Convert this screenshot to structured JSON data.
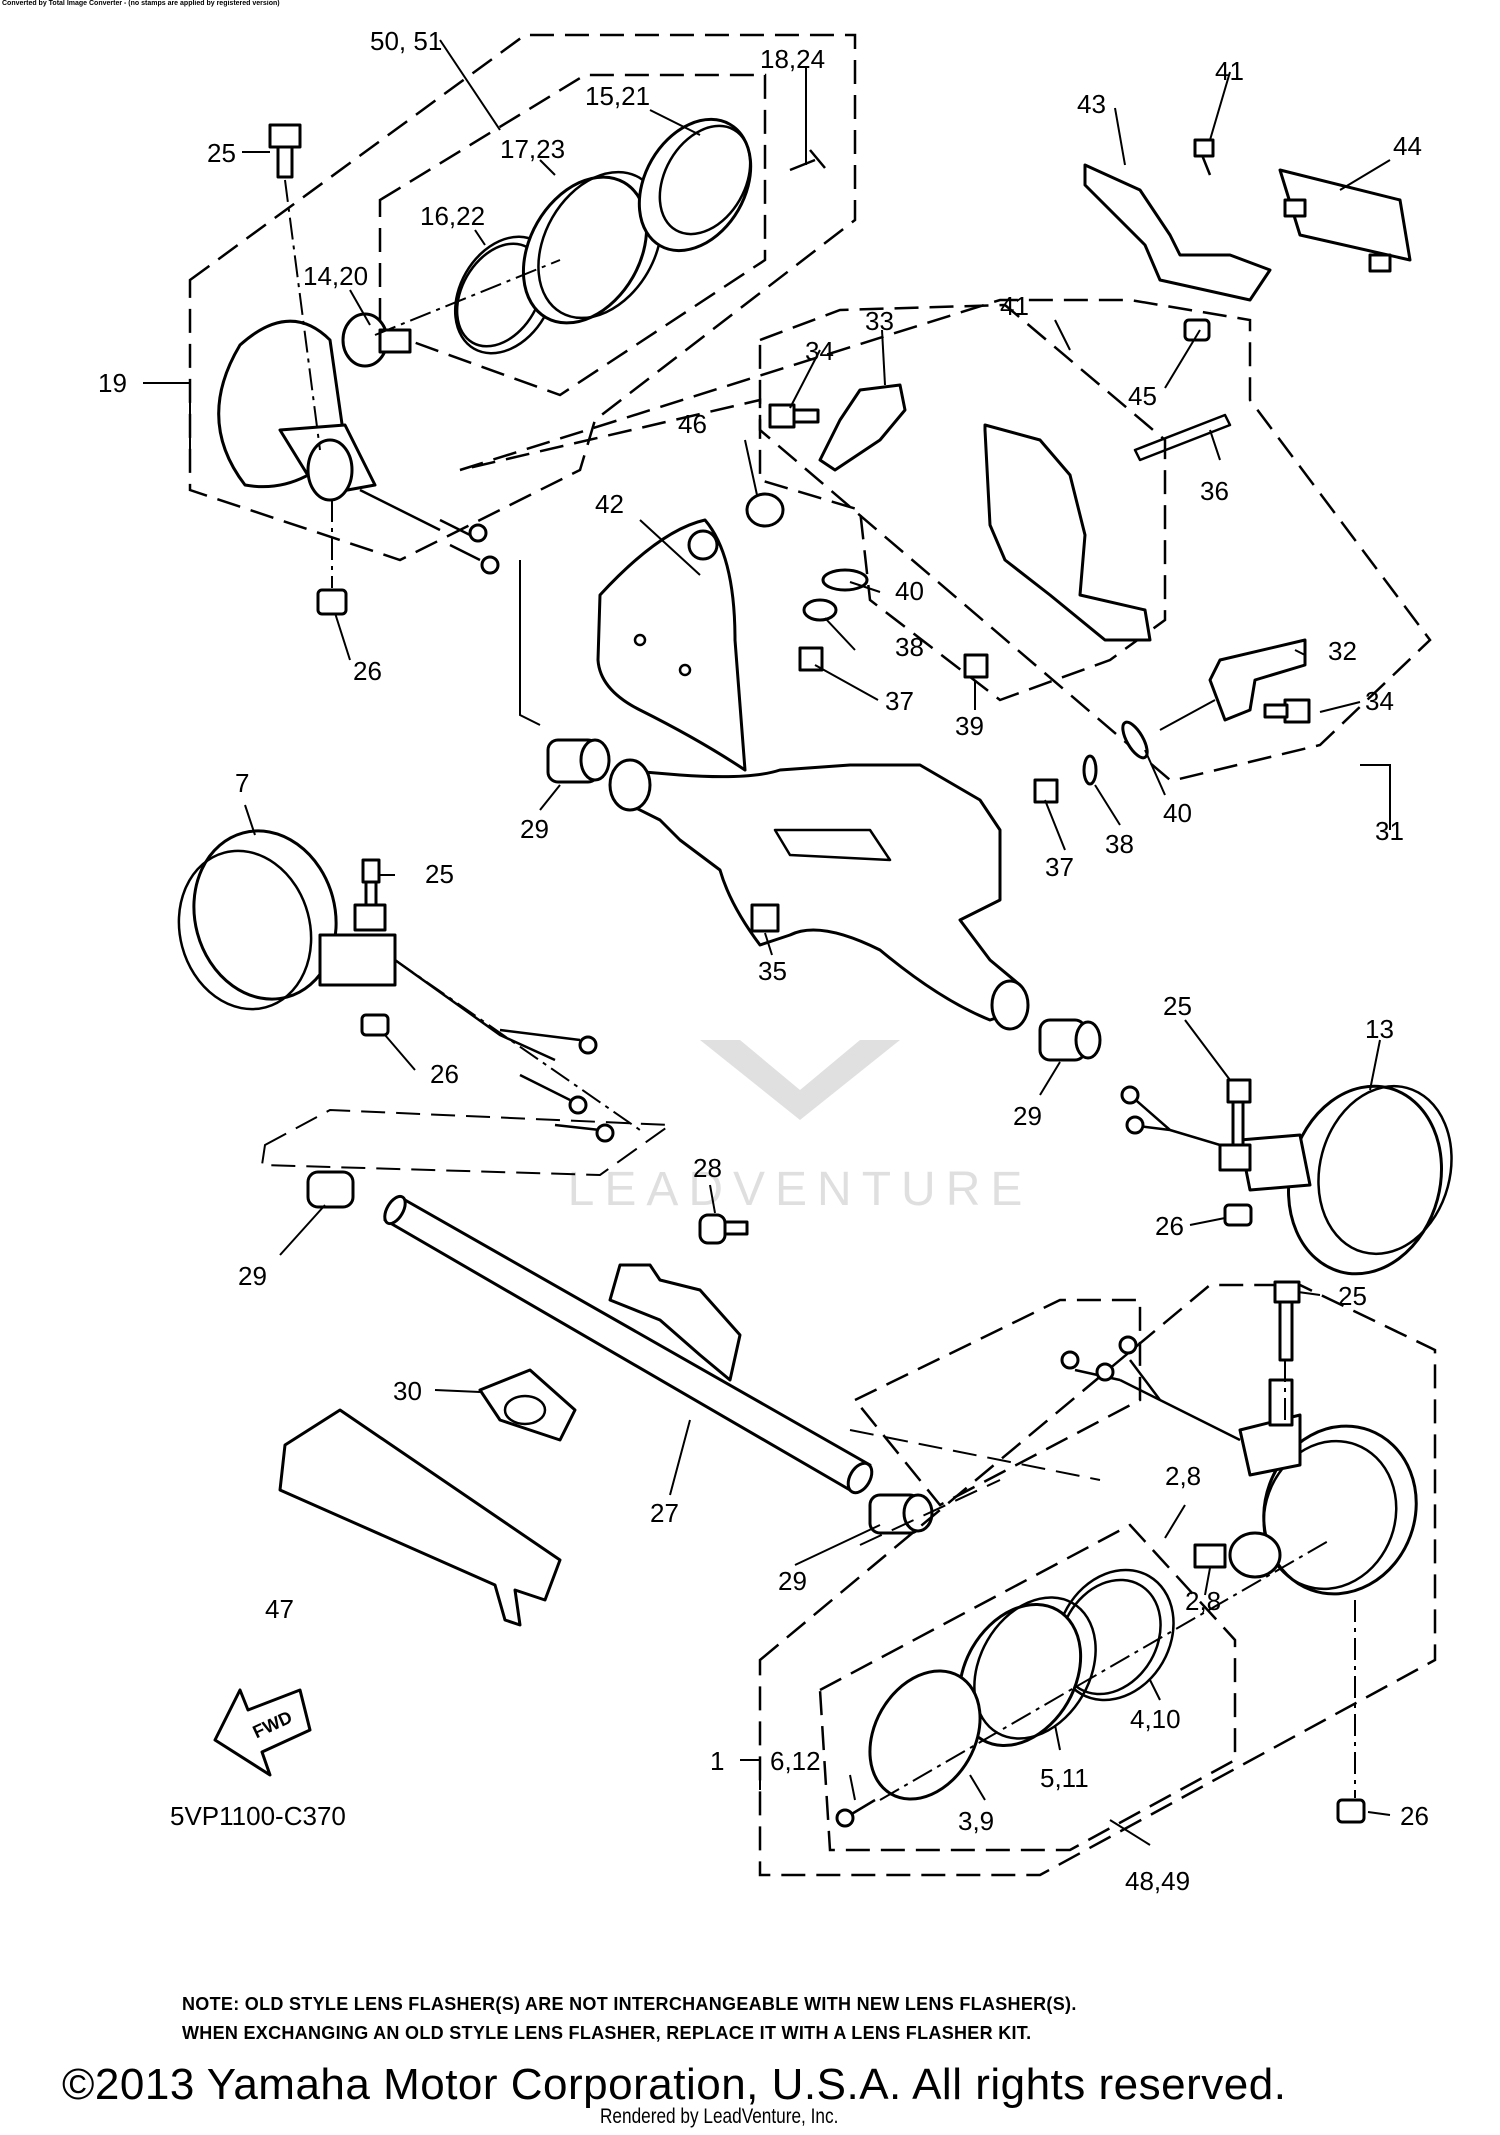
{
  "header_stamp": "Converted by Total Image Converter - (no stamps are applied by registered version)",
  "diagram_code": "5VP1100-C370",
  "fwd_label": "FWD",
  "watermark": "LEADVENTURE",
  "note_line1": "NOTE: OLD STYLE LENS FLASHER(S) ARE NOT INTERCHANGEABLE WITH NEW LENS FLASHER(S).",
  "note_line2": "WHEN EXCHANGING AN OLD STYLE LENS FLASHER, REPLACE IT WITH A LENS FLASHER KIT.",
  "copyright": "©2013 Yamaha Motor Corporation, U.S.A. All rights reserved.",
  "rendered_by": "Rendered by LeadVenture, Inc.",
  "callouts": {
    "c50_51": "50, 51",
    "c18_24": "18,24",
    "c15_21": "15,21",
    "c25a": "25",
    "c17_23": "17,23",
    "c16_22": "16,22",
    "c14_20": "14,20",
    "c19": "19",
    "c26a": "26",
    "c41a": "41",
    "c43": "43",
    "c44": "44",
    "c41b": "41",
    "c45": "45",
    "c36": "36",
    "c34a": "34",
    "c33": "33",
    "c46": "46",
    "c42": "42",
    "c40a": "40",
    "c38a": "38",
    "c37a": "37",
    "c39": "39",
    "c32": "32",
    "c34b": "34",
    "c40b": "40",
    "c38b": "38",
    "c37b": "37",
    "c31": "31",
    "c29a": "29",
    "c35": "35",
    "c7": "7",
    "c25b": "25",
    "c26b": "26",
    "c25c": "25",
    "c13": "13",
    "c29b": "29",
    "c26c": "26",
    "c28": "28",
    "c29c": "29",
    "c30": "30",
    "c27": "27",
    "c29d": "29",
    "c47": "47",
    "c25d": "25",
    "c2_8a": "2,8",
    "c2_8b": "2,8",
    "c4_10": "4,10",
    "c1": "1",
    "c6_12": "6,12",
    "c5_11": "5,11",
    "c3_9": "3,9",
    "c26d": "26",
    "c48_49": "48,49"
  }
}
